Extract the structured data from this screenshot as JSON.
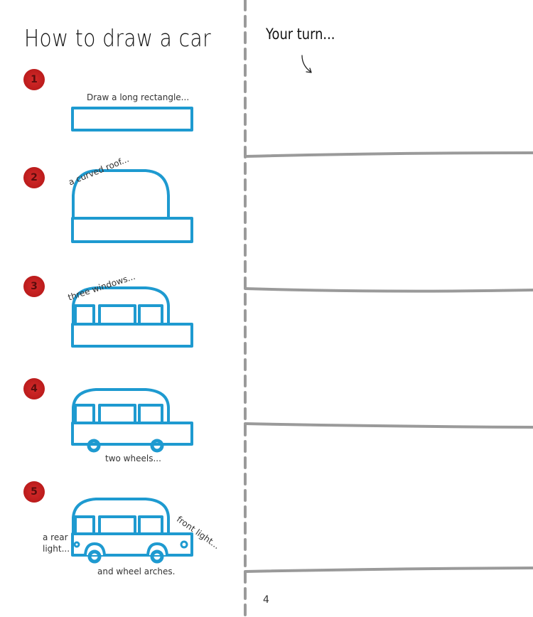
{
  "title": "How to draw a car",
  "your_turn": "Your turn...",
  "page_number": "4",
  "steps": [
    {
      "number": "1",
      "label": "Draw a long rectangle..."
    },
    {
      "number": "2",
      "label": "a curved roof..."
    },
    {
      "number": "3",
      "label": "three windows..."
    },
    {
      "number": "4",
      "label": "two wheels..."
    },
    {
      "number": "5",
      "labels": {
        "rear": "a rear light...",
        "front": "front light...",
        "arches": "and wheel arches."
      }
    }
  ],
  "colors": {
    "car": "#1e9ad0",
    "number": "#c81e1e",
    "line": "#9a9a9a"
  }
}
